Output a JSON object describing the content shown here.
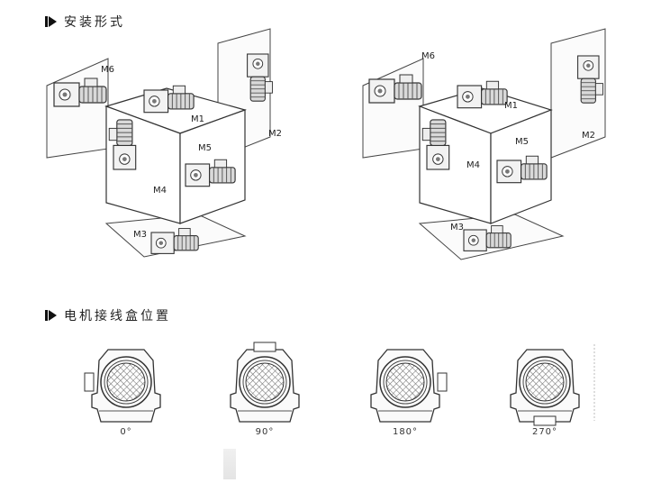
{
  "sections": {
    "mounting": {
      "title": "安装形式"
    },
    "terminal_box": {
      "title": "电机接线盒位置"
    }
  },
  "mounting_labels": [
    "M1",
    "M2",
    "M3",
    "M4",
    "M5",
    "M6"
  ],
  "terminal_positions": [
    "0°",
    "90°",
    "180°",
    "270°"
  ]
}
